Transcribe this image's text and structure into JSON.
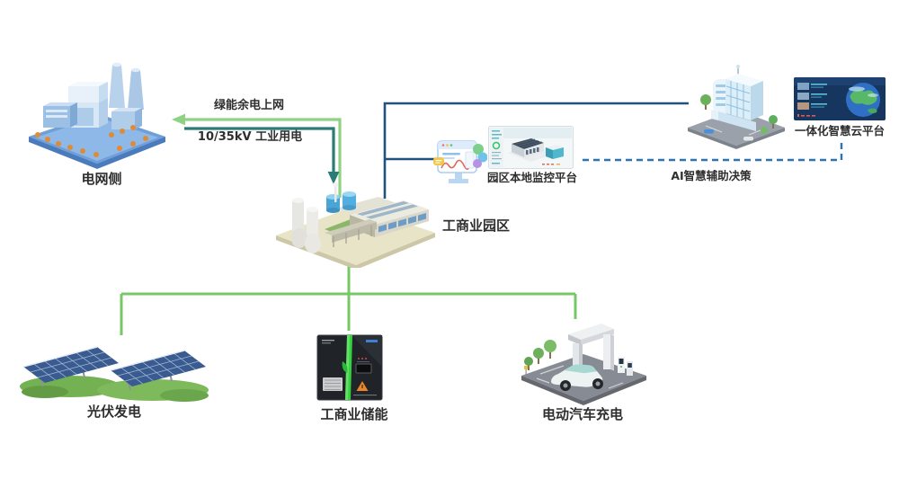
{
  "diagram": {
    "title_note": "industrial-commercial-park-energy-system-diagram",
    "colors": {
      "green_arrow": "#8FD283",
      "green_network": "#77C767",
      "teal_arrow": "#2A7C77",
      "navy_line": "#20527D",
      "dashed_blue": "#2E74B5",
      "label_text": "#2E2E2E"
    },
    "nodes": {
      "grid": {
        "label": "电网侧",
        "icon": "power-plant-illustration"
      },
      "park": {
        "label": "工商业园区",
        "icon": "industrial-park-illustration"
      },
      "monitor": {
        "label": "园区本地监控平台",
        "icon": "monitor-dashboard-icon"
      },
      "cloud": {
        "label": "一体化智慧云平台",
        "icon": "cloud-platform-screenshot"
      },
      "ai": {
        "label": "AI智慧辅助决策"
      },
      "solar": {
        "label": "光伏发电",
        "icon": "solar-panels-illustration"
      },
      "storage": {
        "label": "工商业储能",
        "icon": "battery-cabinet-illustration"
      },
      "ev": {
        "label": "电动汽车充电",
        "icon": "ev-charging-illustration"
      }
    },
    "flows": {
      "export": {
        "label": "绿能余电上网",
        "from": "工商业园区",
        "to": "电网侧"
      },
      "import": {
        "label": "10/35kV 工业用电",
        "from": "电网侧",
        "to": "工商业园区"
      }
    }
  }
}
